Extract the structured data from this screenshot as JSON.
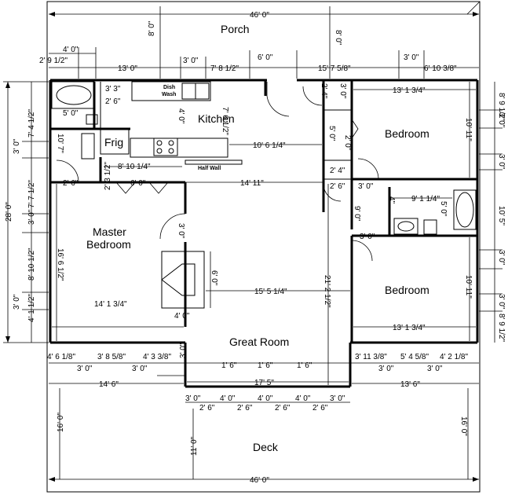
{
  "rooms": {
    "porch": "Porch",
    "kitchen": "Kitchen",
    "frig": "Frig",
    "dish_wash_1": "Dish",
    "dish_wash_2": "Wash",
    "half_wall": "Half Wall",
    "bedroom_top": "Bedroom",
    "master_1": "Master",
    "master_2": "Bedroom",
    "great_room": "Great Room",
    "bedroom_bottom": "Bedroom",
    "deck": "Deck"
  },
  "dims": {
    "top_total": "46' 0\"",
    "bottom_total": "46' 0\"",
    "left_total": "28' 0\"",
    "porch_depth": "8' 0\"",
    "porch_depth_r": "8' 0\"",
    "deck_depth_l": "16' 0\"",
    "deck_depth_r": "16' 0\"",
    "deck_depth_c": "11' 0\"",
    "t_4_0": "4' 0\"",
    "t_2_9_12": "2' 9 1/2\"",
    "t_13_0": "13' 0\"",
    "t_3_0_a": "3' 0\"",
    "t_7_8_12": "7' 8 1/2\"",
    "t_6_0": "6' 0\"",
    "t_15_7_58": "15' 7 5/8\"",
    "t_3_0_b": "3' 0\"",
    "t_6_10_38": "6' 10 3/8\"",
    "l_7_4_12": "7' 4 1/2\"",
    "l_3_0_a": "3' 0\"",
    "l_7_7_12": "7' 7 1/2\"",
    "l_3_0_b": "3' 0\"",
    "l_8_10_12": "8' 10 1/2\"",
    "l_3_0_c": "3' 0\"",
    "l_4_1_12": "4' 1 1/2\"",
    "r_8_9_12_a": "8' 9 1/2\"",
    "r_3_0_a": "3' 0\"",
    "r_3_0_b": "3' 0\"",
    "r_10_5": "10' 5\"",
    "r_3_0_c": "3' 0\"",
    "r_3_0_d": "3' 0\"",
    "r_8_9_12_b": "8' 9 1/2\"",
    "bath_3_3": "3' 3\"",
    "bath_2_6": "2' 6\"",
    "bath_5_0": "5' 0\"",
    "bath_10_7": "10' 7\"",
    "k_4_0": "4' 0\"",
    "k_7_6_12": "7' 6 1/2\"",
    "k_10_6_14": "10' 6 1/4\"",
    "k_8_10_14": "8' 10 1/4\"",
    "k_2_3_12": "2' 3 1/2\"",
    "mb_6_0": "6' 0\"",
    "mb_2_6": "2' 6\"",
    "hall_14_11": "14' 11\"",
    "c_3_0_top": "3' 0\"",
    "c_2_4_top": "2' 4\"",
    "c_5_0": "5' 0\"",
    "c_2_4": "2' 4\"",
    "c_2_4_b": "2' 4\"",
    "c_2_6": "2' 6\"",
    "c_3_0": "3' 0\"",
    "c_2_0": "2' 0\"",
    "br_13_1_34_a": "13' 1 3/4\"",
    "br_10_11_a": "10' 11\"",
    "br_13_1_34_b": "13' 1 3/4\"",
    "br_10_11_b": "10' 11\"",
    "bath2_9_1_14": "9' 1 1/4\"",
    "bath2_5_0": "5' 0\"",
    "bath2_3_0": "3' 0\"",
    "bath2_4": "4\"",
    "hall2_9_0": "9' 0\"",
    "mb_3_0": "3' 0\"",
    "mb_16_6_12": "16' 6 1/2\"",
    "mb_14_1_34": "14' 1 3/4\"",
    "fp_6_0": "6' 0\"",
    "fp_4_0": "4' 0\"",
    "gr_15_5_14": "15' 5 1/4\"",
    "gr_21_2_12": "21' 2 1/2\"",
    "gr_3_0": "3' 0\"",
    "gr_1_6_a": "1' 6\"",
    "gr_1_6_b": "1' 6\"",
    "gr_1_6_c": "1' 6\"",
    "gr_17_5": "17' 5\"",
    "w_4_6_18": "4' 6 1/8\"",
    "w_3_0_a": "3' 0\"",
    "w_3_8_58": "3' 8 5/8\"",
    "w_3_0_b": "3' 0\"",
    "w_4_3_38": "4' 3 3/8\"",
    "w_3_11_38": "3' 11 3/8\"",
    "w_3_0_c": "3' 0\"",
    "w_5_4_58": "5' 4 5/8\"",
    "w_3_0_d": "3' 0\"",
    "w_4_2_18": "4' 2 1/8\"",
    "b_14_6": "14' 6\"",
    "b_13_6": "13' 6\"",
    "d_3_0_a": "3' 0\"",
    "d_2_6_a": "2' 6\"",
    "d_4_0_a": "4' 0\"",
    "d_2_6_b": "2' 6\"",
    "d_4_0_b": "4' 0\"",
    "d_2_6_c": "2' 6\"",
    "d_4_0_c": "4' 0\"",
    "d_2_6_d": "2' 6\"",
    "d_3_0_b": "3' 0\""
  }
}
